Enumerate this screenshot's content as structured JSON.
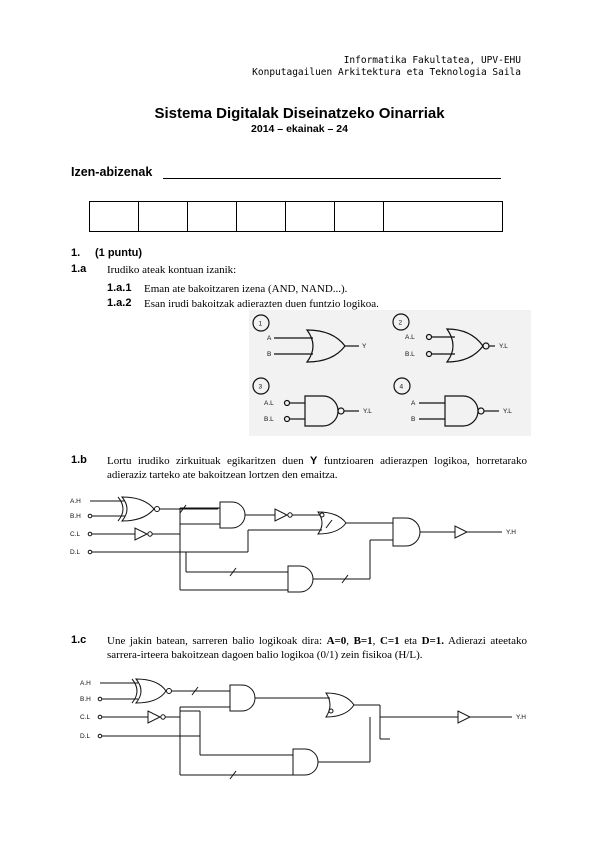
{
  "header": {
    "line1": "Informatika Fakultatea, UPV-EHU",
    "line2": "Konputagailuen Arkitektura eta Teknologia Saila"
  },
  "title": "Sistema Digitalak Diseinatzeko Oinarriak",
  "date": "2014 – ekainak  – 24",
  "name_label": "Izen-abizenak",
  "q1": {
    "number": "1.",
    "points": "(1 puntu)",
    "a": {
      "label": "1.a",
      "text": "Irudiko ateak kontuan izanik:",
      "a1_label": "1.a.1",
      "a1_text": "Eman ate bakoitzaren izena (AND, NAND...).",
      "a2_label": "1.a.2",
      "a2_text": "Esan irudi bakoitzak adierazten duen funtzio logikoa."
    },
    "b": {
      "label": "1.b",
      "text_pre": "Lortu irudiko zirkuituak egikaritzen duen ",
      "text_y": "Y",
      "text_post": " funtzioaren adierazpen logikoa, horretarako adieraziz tarteko ate bakoitzean lortzen den emaitza."
    },
    "c": {
      "label": "1.c",
      "text_pre": "Une jakin batean, sarreren balio logikoak dira: ",
      "vals": [
        "A=0",
        "B=1",
        "C=1",
        "D=1."
      ],
      "text_post": " Adierazi ateetako sarrera-irteera bakoitzean dagoen balio logikoa (0/1) zein fisikoa (H/L)."
    }
  },
  "gates": {
    "g1": {
      "num": "1",
      "in1": "A",
      "in2": "B",
      "out": "Y"
    },
    "g2": {
      "num": "2",
      "in1": "A.L",
      "in2": "B.L",
      "out": "Y.L"
    },
    "g3": {
      "num": "3",
      "in1": "A.L",
      "in2": "B.L",
      "out": "Y.L"
    },
    "g4": {
      "num": "4",
      "in1": "A",
      "in2": "B",
      "out": "Y.L"
    }
  },
  "circuit": {
    "inputs": [
      "A.H",
      "B.H",
      "C.L",
      "D.L"
    ],
    "output": "Y.H"
  }
}
